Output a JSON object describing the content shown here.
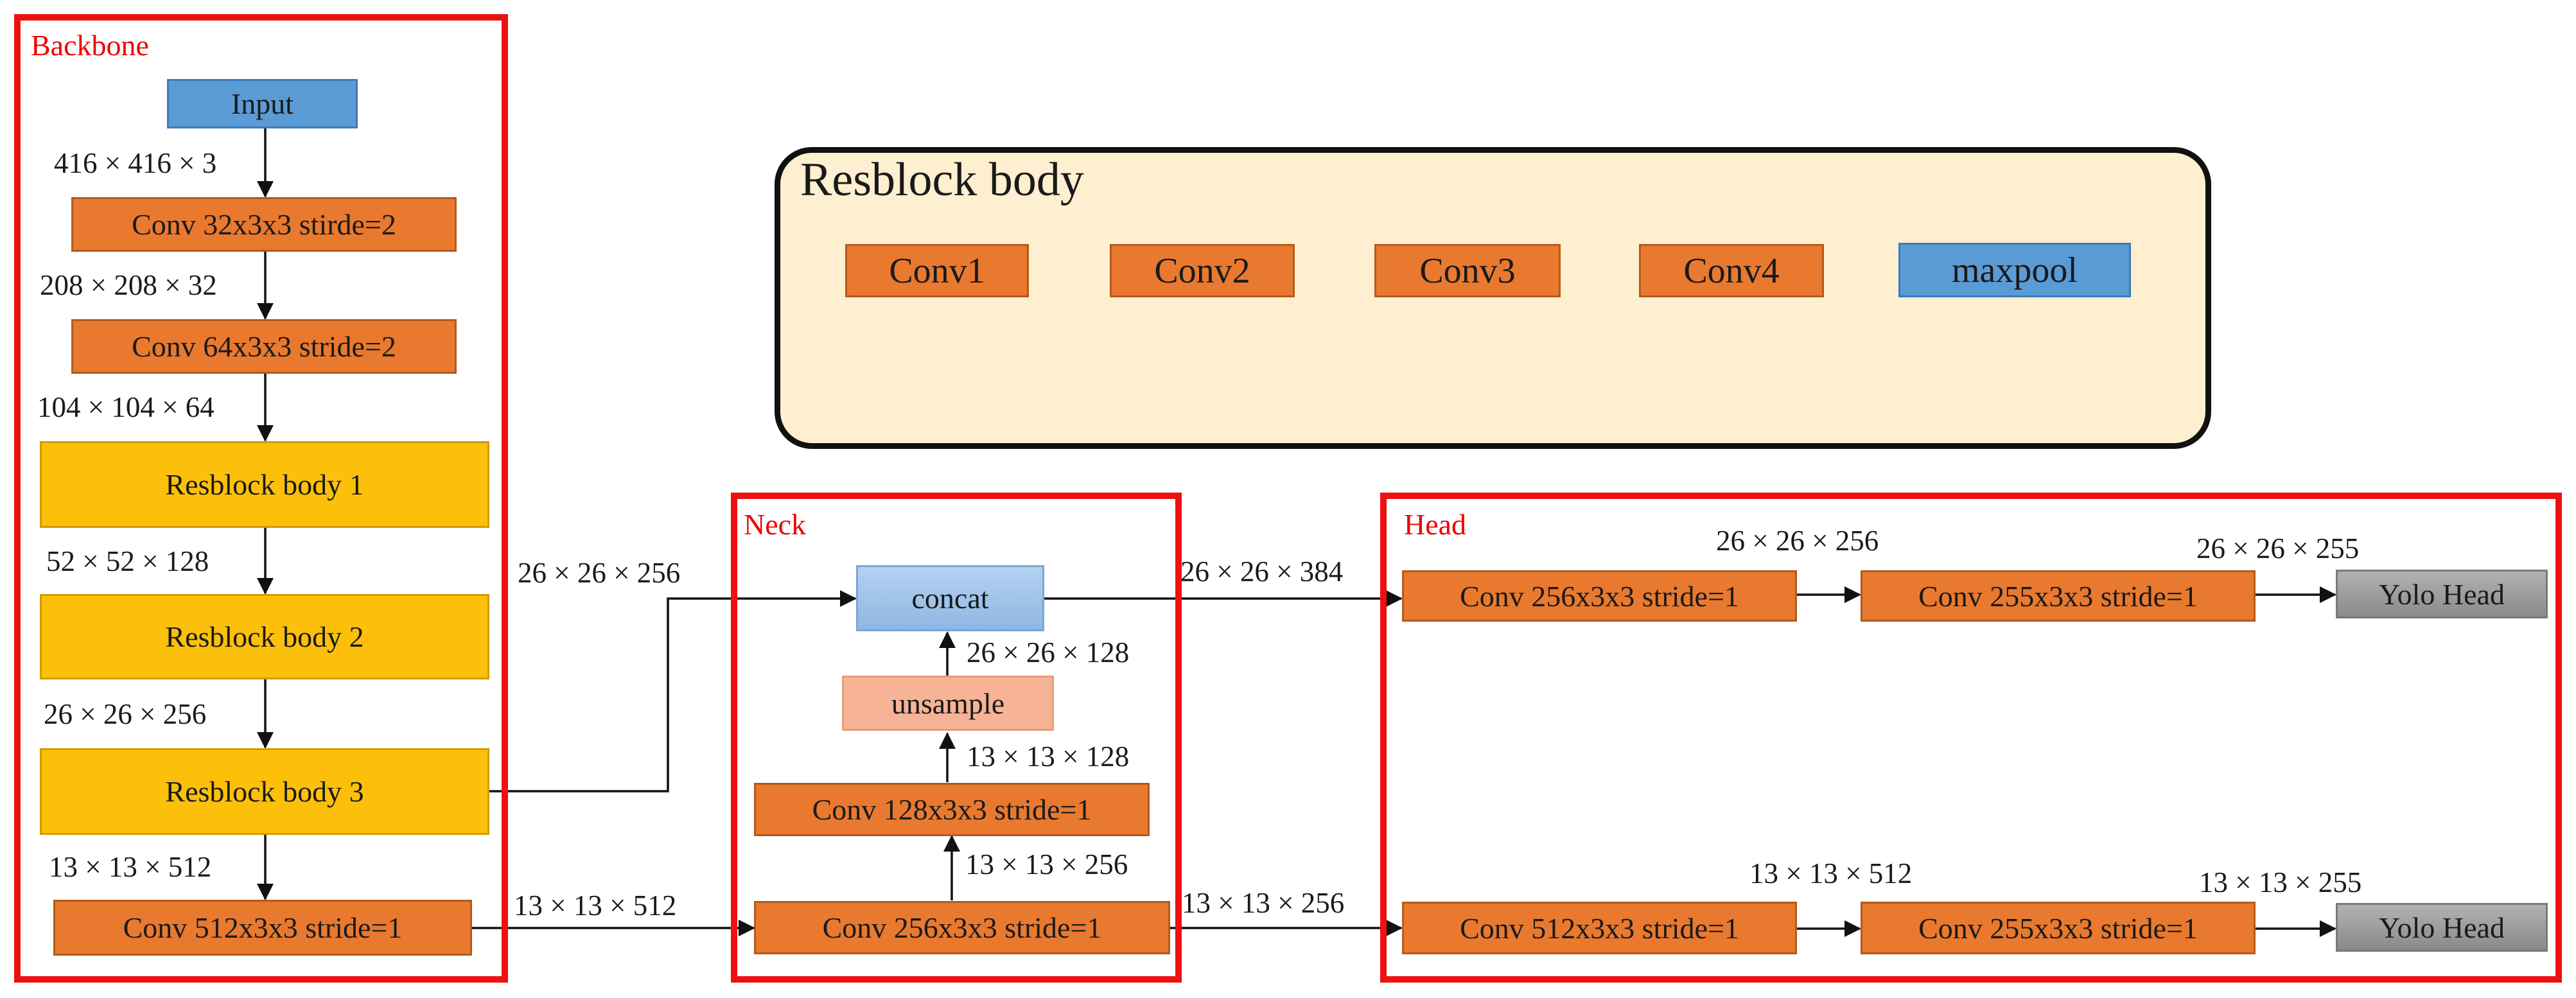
{
  "sections": {
    "backbone": "Backbone",
    "neck": "Neck",
    "head": "Head"
  },
  "resblock_detail": {
    "title": "Resblock body",
    "conv1": "Conv1",
    "conv2": "Conv2",
    "conv3": "Conv3",
    "conv4": "Conv4",
    "maxpool": "maxpool"
  },
  "backbone": {
    "input": "Input",
    "conv1": "Conv 32x3x3 stirde=2",
    "conv2": "Conv 64x3x3 stride=2",
    "res1": "Resblock body 1",
    "res2": "Resblock body 2",
    "res3": "Resblock body 3",
    "conv3": "Conv 512x3x3 stride=1"
  },
  "neck": {
    "concat": "concat",
    "upsample": "unsample",
    "conv128": "Conv 128x3x3 stride=1",
    "conv256": "Conv 256x3x3 stride=1"
  },
  "head": {
    "top_conv256": "Conv 256x3x3 stride=1",
    "top_conv255": "Conv 255x3x3 stride=1",
    "top_yolo": "Yolo Head",
    "bottom_conv512": "Conv 512x3x3 stride=1",
    "bottom_conv255": "Conv 255x3x3 stride=1",
    "bottom_yolo": "Yolo Head"
  },
  "dims": {
    "d416": "416 × 416 × 3",
    "d208": "208 × 208 × 32",
    "d104": "104 × 104 × 64",
    "d52": "52 × 52 × 128",
    "d26_bb": "26 × 26 × 256",
    "d13_bb": "13 × 13 × 512",
    "d26_to_neck": "26 × 26 × 256",
    "d13_to_neck": "13 × 13 × 512",
    "d26_128_a": "26 × 26 × 128",
    "d13_128": "13 × 13 × 128",
    "d13_256_neck": "13 × 13 × 256",
    "d26_384": "26 × 26 × 384",
    "d13_256_out": "13 × 13 × 256",
    "d26_256_head": "26 × 26 × 256",
    "d26_255": "26 × 26 × 255",
    "d13_512_head": "13 × 13 × 512",
    "d13_255": "13 × 13 × 255"
  },
  "colors": {
    "conv": "#e8792f",
    "resblock": "#fcc00a",
    "input": "#5b9bd5",
    "frame": "#ee1111"
  }
}
